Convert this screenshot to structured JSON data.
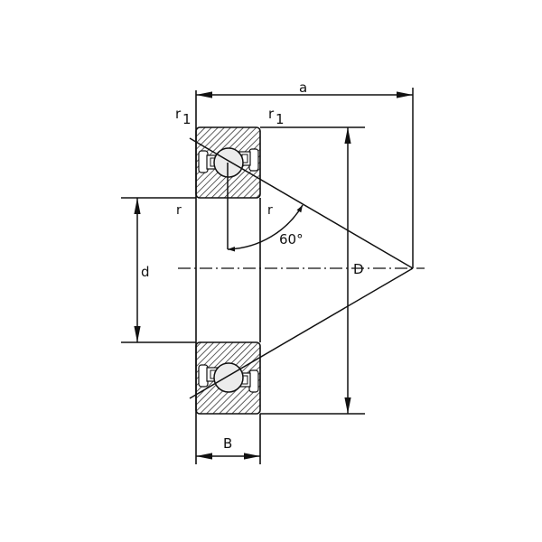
{
  "diagram": {
    "type": "angular contact ball bearing cross-section",
    "labels": {
      "a": "a",
      "r1_left": "r",
      "r1_left_sub": "1",
      "r1_right": "r",
      "r1_right_sub": "1",
      "r_left": "r",
      "r_right": "r",
      "angle": "60°",
      "d": "d",
      "D": "D",
      "B": "B"
    },
    "colors": {
      "line": "#111111",
      "hatch": "#333333",
      "ball_fill": "#ececec",
      "background": "#ffffff"
    }
  }
}
